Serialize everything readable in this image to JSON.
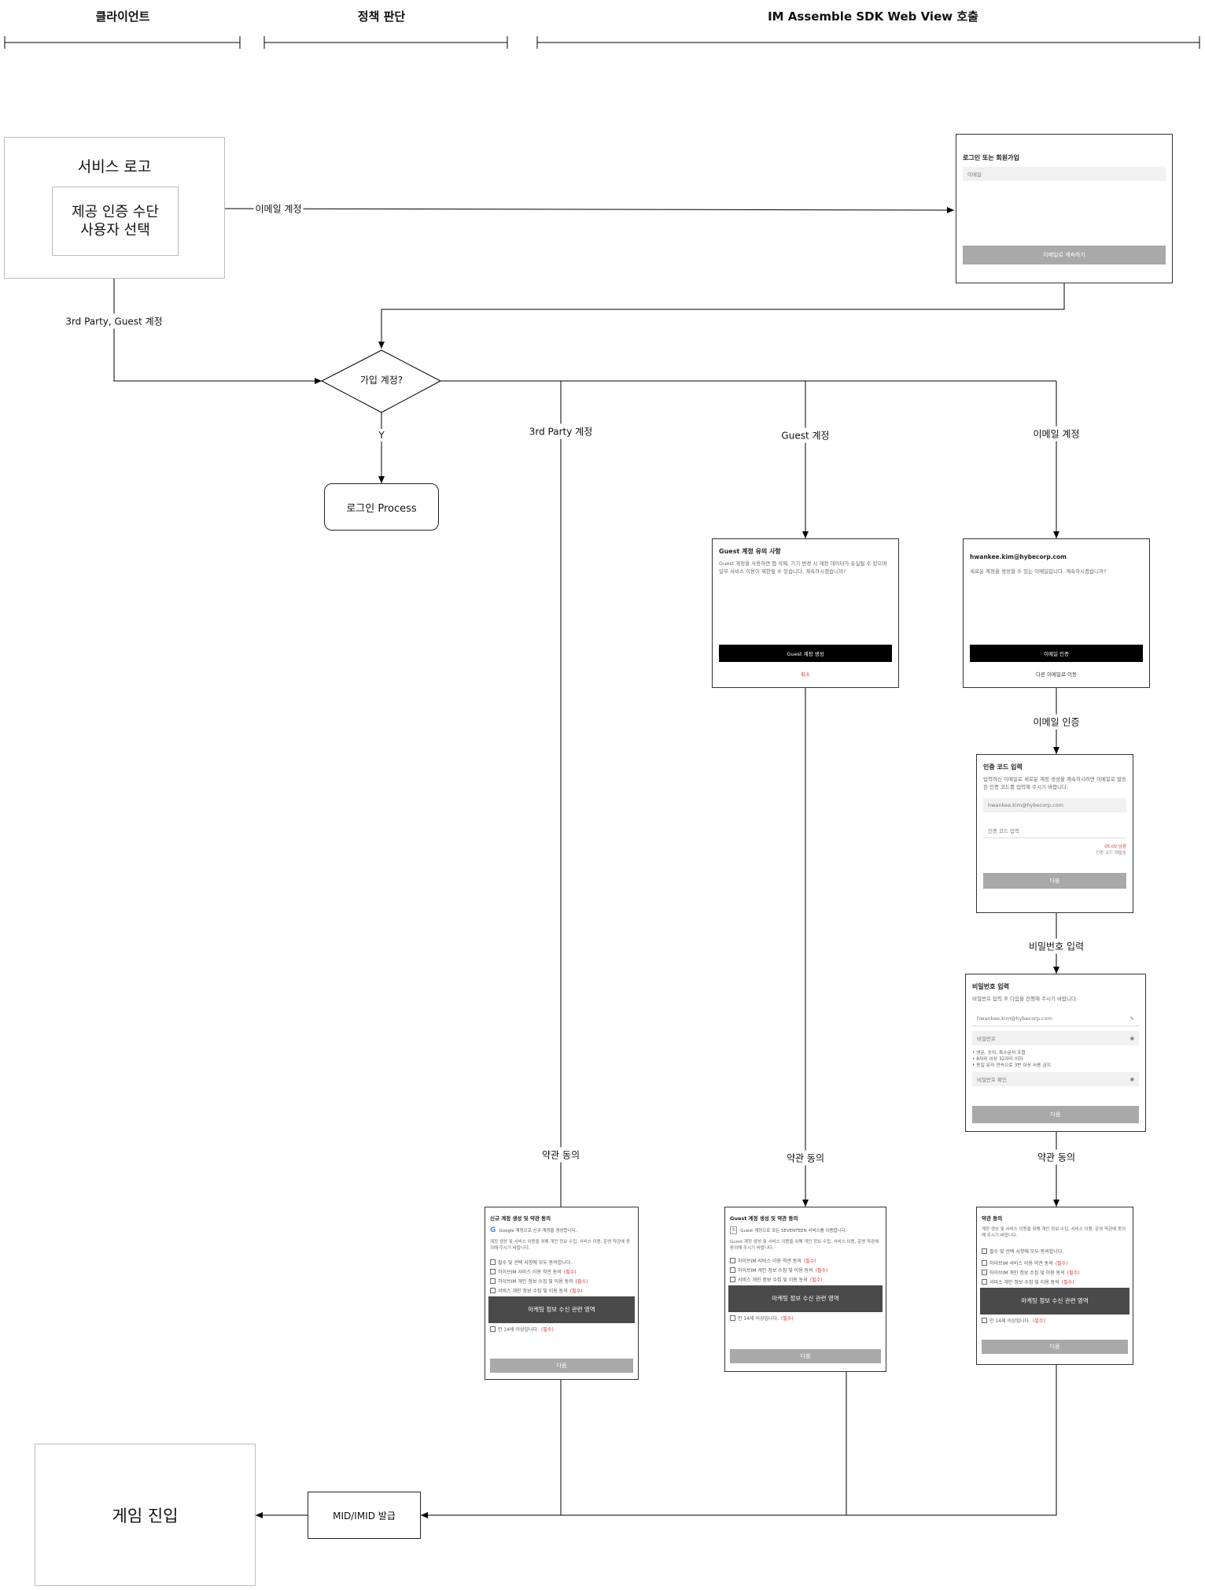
{
  "lanes": [
    "클라이언트",
    "정책 판단",
    "IM Assemble SDK Web View 호출"
  ],
  "client_box": {
    "title": "서비스 로고",
    "inner": "제공 인증 수단\n사용자 선택"
  },
  "decision": {
    "label": "가입 계정?",
    "yes_label": "Y"
  },
  "login_process": "로그인 Process",
  "mid_issue": "MID/IMID 발급",
  "game_entry": "게임 진입",
  "edge_labels": {
    "email_top": "이메일 계정",
    "third_guest": "3rd Party, Guest 계정",
    "third_party": "3rd Party 계정",
    "guest": "Guest 계정",
    "email": "이메일 계정",
    "email_verify": "이메일 인증",
    "password_input": "비밀번호 입력",
    "terms_third": "약관 동의",
    "terms_guest": "약관 동의",
    "terms_email": "약관 동의"
  },
  "screen_login": {
    "title": "로그인 또는 회원가입",
    "placeholder": "이메일",
    "button": "이메일로 계속하기"
  },
  "screen_guest_notice": {
    "title": "Guest 계정 유의 사항",
    "text": "Guest 계정을 사용하면 앱 삭제, 기기 변경 시 계정 데이터가 유실될 수 있으며 일부 서비스 이용이 제한될 수 있습니다. 계속하시겠습니까?",
    "button": "Guest 계정 생성",
    "cancel": "취소"
  },
  "screen_email_new": {
    "email": "hwankee.kim@hybecorp.com",
    "text": "새로운 계정을 생성할 수 있는 이메일입니다. 계속하시겠습니까?",
    "button": "이메일 인증",
    "link": "다른 이메일로 이동"
  },
  "screen_code": {
    "title": "인증 코드 입력",
    "text": "입력하신 이메일로 새로운 계정 생성을 계속하시려면 이메일로 발송된 인증 코드를 입력해 주시기 바랍니다.",
    "email": "hwankee.kim@hybecorp.com",
    "placeholder": "인증 코드 입력",
    "timer": "05:00 남음",
    "resend": "인증 코드 재발송",
    "button": "다음"
  },
  "screen_password": {
    "title": "비밀번호 입력",
    "text": "비밀번호 입력 후 다음을 진행해 주시기 바랍니다.",
    "email": "hwankee.kim@hybecorp.com",
    "pw_placeholder": "비밀번호",
    "rules": [
      "• 영문, 숫자, 특수문자 조합",
      "• 8자리 이상 32자리 이하",
      "• 동일 문자 연속으로 3번 이상 사용 금지"
    ],
    "confirm_placeholder": "비밀번호 확인",
    "button": "다음"
  },
  "screen_terms_third": {
    "title": "신규 계정 생성 및 약관 동의",
    "provider": "Google 계정으로 신규 계정을 생성합니다.",
    "text": "계정 생성 및 서비스 이용을 위해 개인 정보 수집, 서비스 이용, 운영 약관에 동의해 주시기 바랍니다.",
    "all": "필수 및 선택 사항에 모두 동의합니다.",
    "items": [
      "하이브IM 서비스 이용 약관 동의",
      "하이브IM 개인 정보 수집 및 이용 동의",
      "서비스 개인 정보 수집 및 이용 동의"
    ],
    "overlay": "마케팅 정보 수신 관련 영역",
    "age": "만 14세 이상입니다.",
    "required": "(필수)",
    "button": "다음"
  },
  "screen_terms_guest": {
    "title": "Guest 계정 생성 및 약관 동의",
    "provider": "Guest 계정으로 모든 SEVENTEEN 서비스를 이용합니다.",
    "text": "Guest 계정 생성 및 서비스 이용을 위해 개인 정보 수집, 서비스 이용, 운영 약관에 동의해 주시기 바랍니다.",
    "items": [
      "하이브IM 서비스 이용 약관 동의",
      "하이브IM 개인 정보 수집 및 이용 동의",
      "서비스 개인 정보 수집 및 이용 동의"
    ],
    "overlay": "마케팅 정보 수신 관련 영역",
    "age": "만 14세 이상입니다.",
    "required": "(필수)",
    "button": "다음"
  },
  "screen_terms_email": {
    "title": "약관 동의",
    "text": "계정 생성 및 서비스 이용을 위해 개인 정보 수집, 서비스 이용, 운영 약관에 동의해 주시기 바랍니다.",
    "all": "필수 및 선택 사항에 모두 동의합니다.",
    "items": [
      "하이브IM 서비스 이용 약관 동의",
      "하이브IM 개인 정보 수집 및 이용 동의",
      "서비스 개인 정보 수집 및 이용 동의"
    ],
    "overlay": "마케팅 정보 수신 관련 영역",
    "age": "만 14세 이상입니다.",
    "required": "(필수)",
    "button": "다음"
  }
}
